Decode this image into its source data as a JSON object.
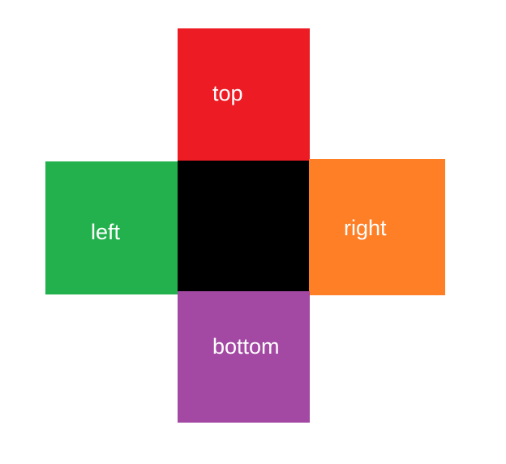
{
  "tiles": {
    "top": {
      "label": "top",
      "color": "#ed1c24"
    },
    "left": {
      "label": "left",
      "color": "#22b14c"
    },
    "center": {
      "label": "",
      "color": "#000000"
    },
    "right": {
      "label": "right",
      "color": "#ff7f27"
    },
    "bottom": {
      "label": "bottom",
      "color": "#a349a4"
    }
  }
}
